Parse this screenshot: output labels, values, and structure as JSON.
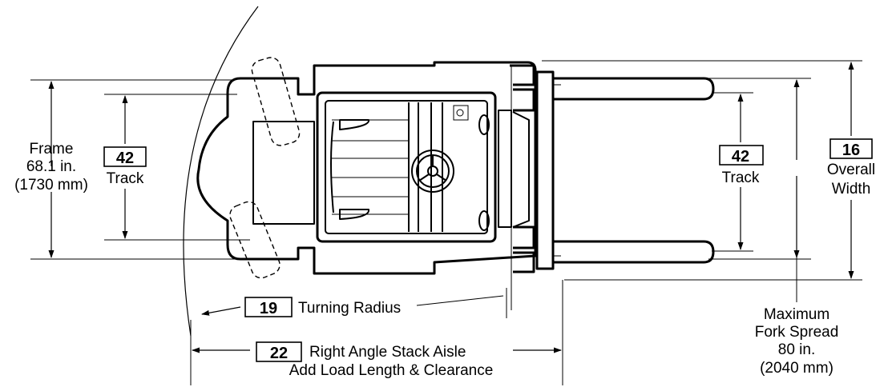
{
  "frame": {
    "line1": "Frame",
    "line2": "68.1 in.",
    "line3": "(1730 mm)"
  },
  "rear_track": {
    "number": "42",
    "label": "Track"
  },
  "front_track": {
    "number": "42",
    "label": "Track"
  },
  "overall_width": {
    "number": "16",
    "line1": "Overall",
    "line2": "Width"
  },
  "turning_radius": {
    "number": "19",
    "label": "Turning Radius"
  },
  "stack_aisle": {
    "number": "22",
    "line1": "Right Angle Stack Aisle",
    "line2": "Add Load Length & Clearance"
  },
  "fork_spread": {
    "line1": "Maximum",
    "line2": "Fork Spread",
    "line3": "80 in.",
    "line4": "(2040 mm)"
  }
}
